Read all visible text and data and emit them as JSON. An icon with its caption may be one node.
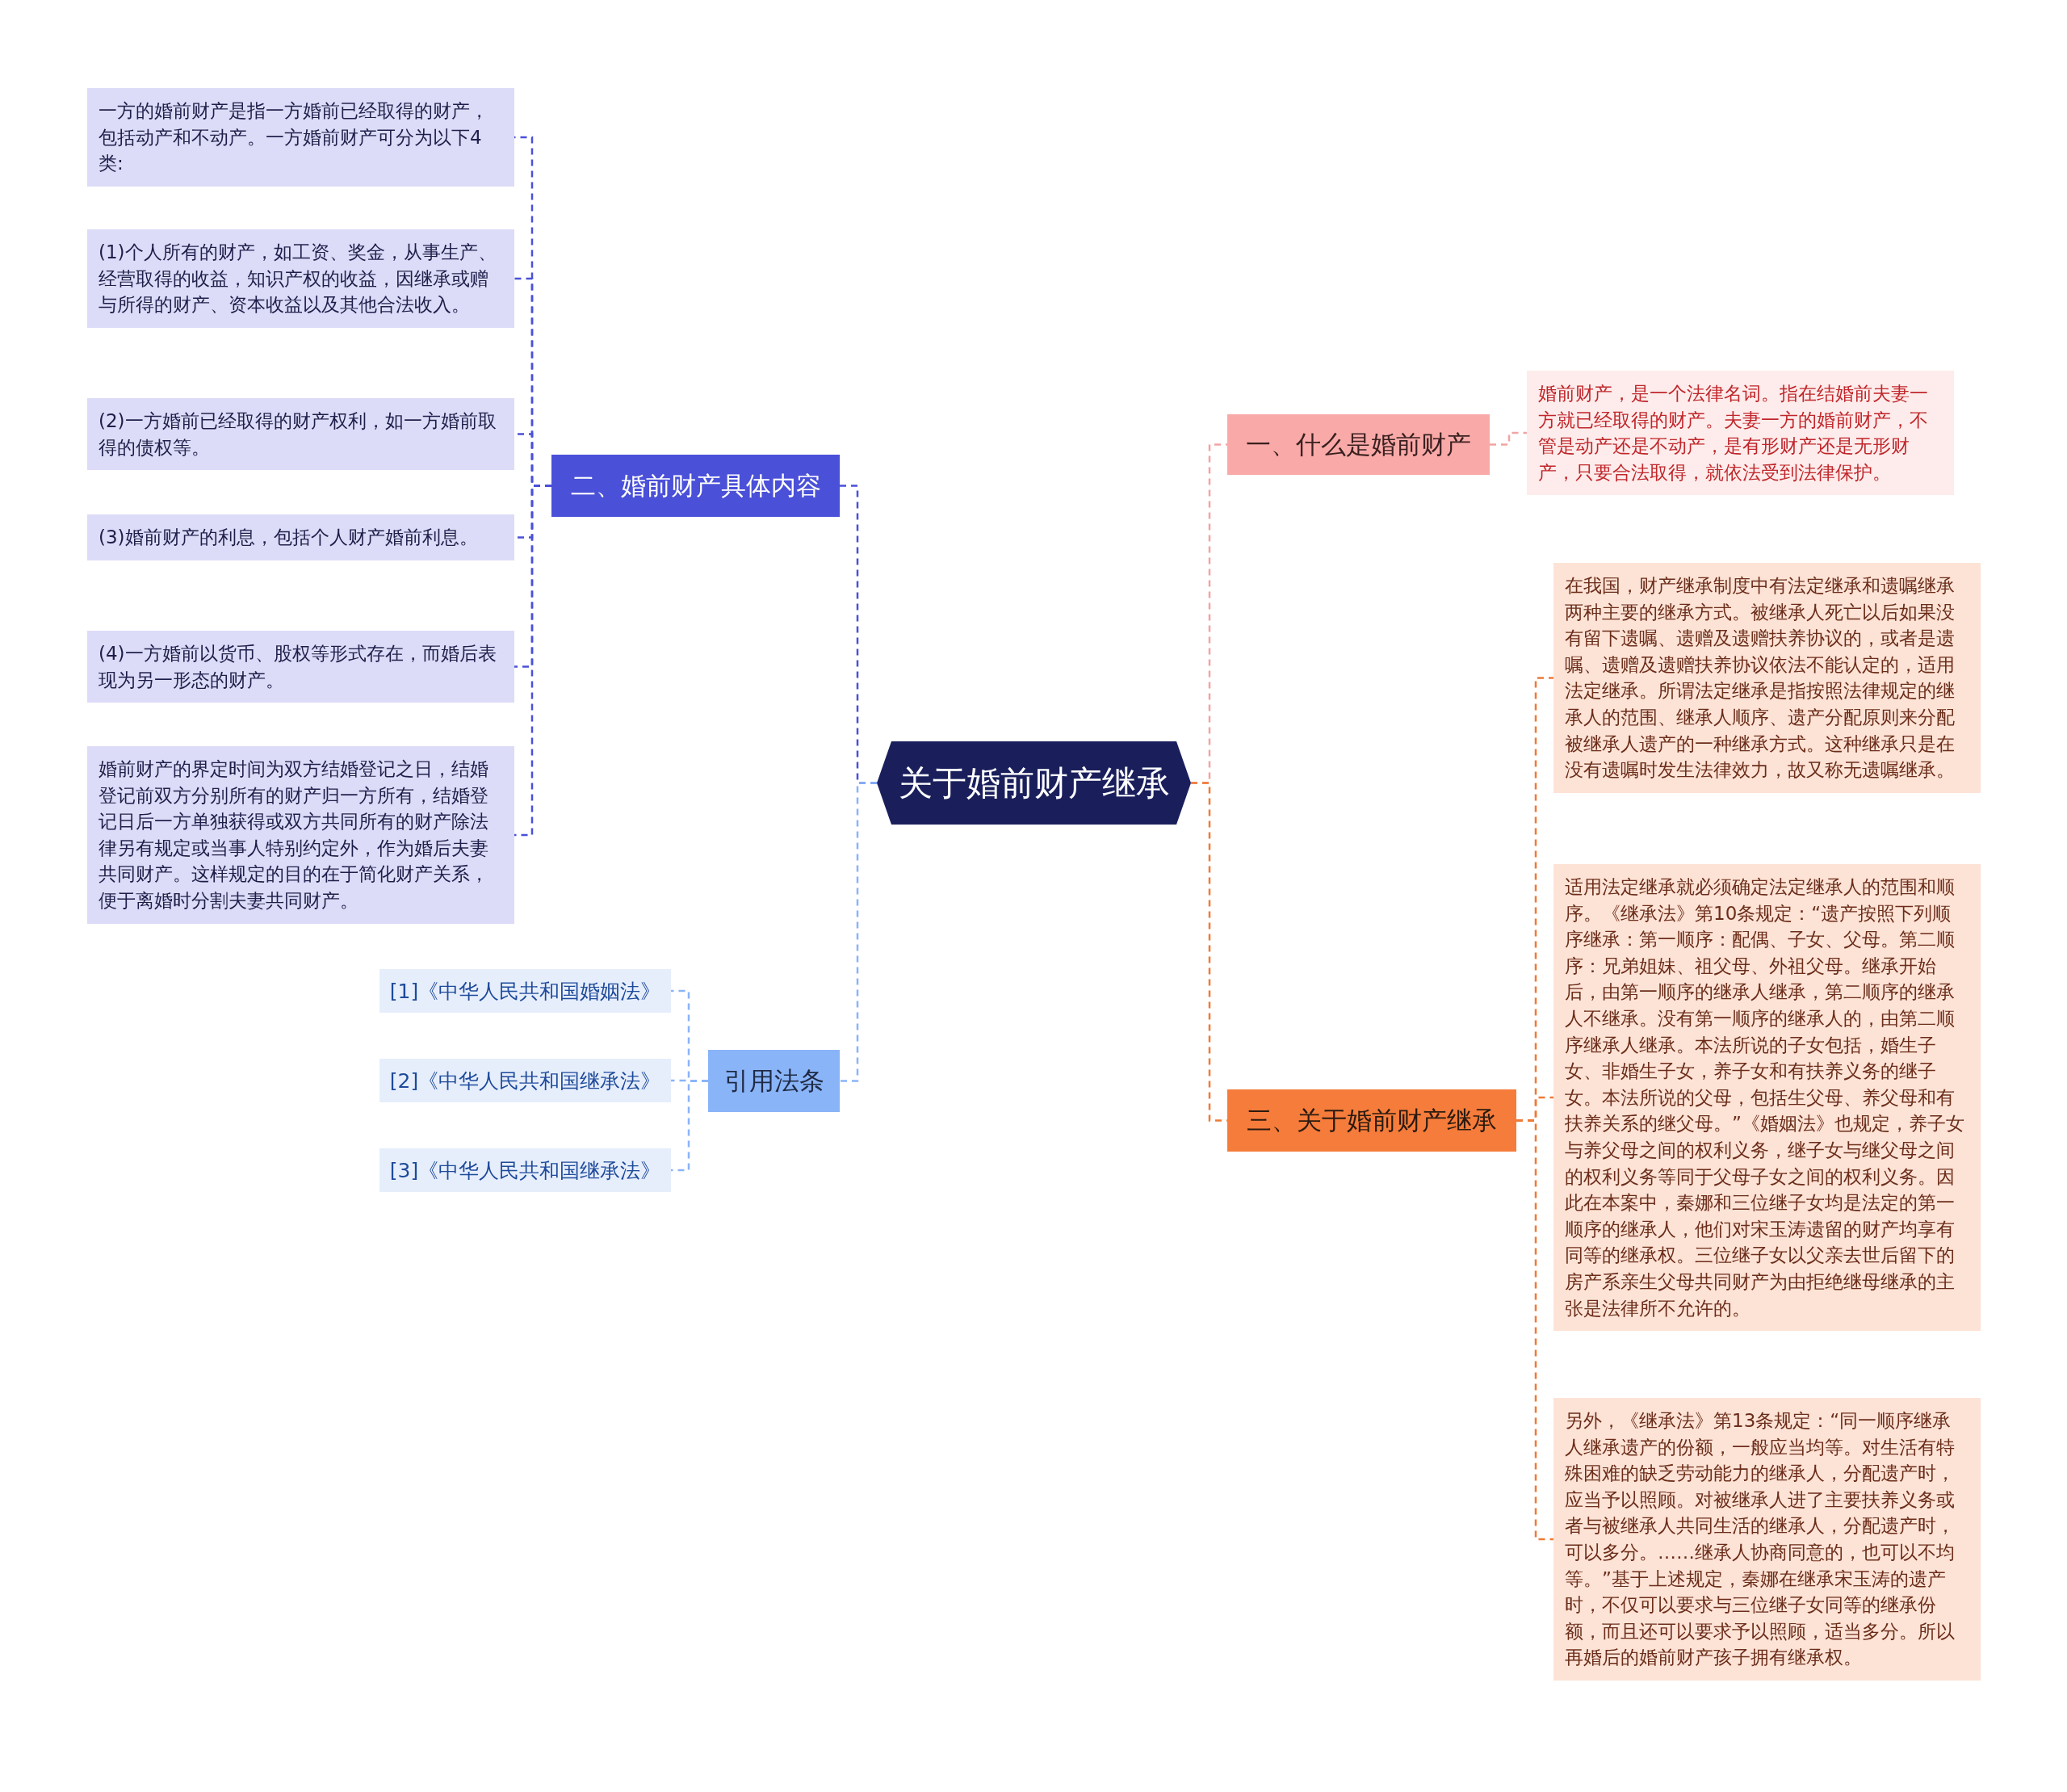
{
  "diagram": {
    "nodes": [
      {
        "text": [
          "关于婚前财产继承"
        ]
      },
      {
        "text": [
          "一、什么是婚前财产"
        ]
      },
      {
        "text": [
          "婚前财产，是一个法律名词。指在结婚前夫妻一方就已经取得的财产。夫妻一方的婚前财产，不管是动产还是不动产，是有形财产还是无形财产，只要合法取得，就依法受到法律保护。"
        ]
      },
      {
        "text": [
          "三、关于婚前财产继承"
        ]
      },
      {
        "text": [
          "在我国，财产继承制度中有法定继承和遗嘱继承两种主要的继承方式。被继承人死亡以后如果没有留下遗嘱、遗赠及遗赠扶养协议的，或者是遗嘱、遗赠及遗赠扶养协议依法不能认定的，适用法定继承。所谓法定继承是指按照法律规定的继承人的范围、继承人顺序、遗产分配原则来分配被继承人遗产的一种继承方式。这种继承只是在没有遗嘱时发生法律效力，故又称无遗嘱继承。"
        ]
      },
      {
        "text": [
          "适用法定继承就必须确定法定继承人的范围和顺序。《继承法》第10条规定：“遗产按照下列顺序继承：第一顺序：配偶、子女、父母。第二顺序：兄弟姐妹、祖父母、外祖父母。继承开始后，由第一顺序的继承人继承，第二顺序的继承人不继承。没有第一顺序的继承人的，由第二顺序继承人继承。本法所说的子女包括，婚生子女、非婚生子女，养子女和有扶养义务的继子女。本法所说的父母，包括生父母、养父母和有扶养关系的继父母。”《婚姻法》也规定，养子女与养父母之间的权利义务，继子女与继父母之间的权利义务等同于父母子女之间的权利义务。因此在本案中，秦娜和三位继子女均是法定的第一顺序的继承人，他们对宋玉涛遗留的财产均享有同等的继承权。三位继子女以父亲去世后留下的房产系亲生父母共同财产为由拒绝继母继承的主张是法律所不允许的。"
        ]
      },
      {
        "text": [
          "另外，《继承法》第13条规定：“同一顺序继承人继承遗产的份额，一般应当均等。对生活有特殊困难的缺乏劳动能力的继承人，分配遗产时，应当予以照顾。对被继承人进了主要扶养义务或者与被继承人共同生活的继承人，分配遗产时，可以多分。……继承人协商同意的，也可以不均等。”基于上述规定，秦娜在继承宋玉涛的遗产时，不仅可以要求与三位继子女同等的继承份额，而且还可以要求予以照顾，适当多分。所以再婚后的婚前财产孩子拥有继承权。"
        ]
      },
      {
        "text": [
          "二、婚前财产具体内容"
        ]
      },
      {
        "text": [
          "一方的婚前财产是指一方婚前已经取得的财产，包括动产和不动产。一方婚前财产可分为以下4类:"
        ]
      },
      {
        "text": [
          "(1)个人所有的财产，如工资、奖金，从事生产、经营取得的收益，知识产权的收益，因继承或赠与所得的财产、资本收益以及其他合法收入。"
        ]
      },
      {
        "text": [
          "(2)一方婚前已经取得的财产权利，如一方婚前取得的债权等。"
        ]
      },
      {
        "text": [
          "(3)婚前财产的利息，包括个人财产婚前利息。"
        ]
      },
      {
        "text": [
          "(4)一方婚前以货币、股权等形式存在，而婚后表现为另一形态的财产。"
        ]
      },
      {
        "text": [
          "婚前财产的界定时间为双方结婚登记之日，结婚登记前双方分别所有的财产归一方所有，结婚登记日后一方单独获得或双方共同所有的财产除法律另有规定或当事人特别约定外，作为婚后夫妻共同财产。这样规定的目的在于简化财产关系，便于离婚时分割夫妻共同财产。"
        ]
      },
      {
        "text": [
          "引用法条"
        ]
      },
      {
        "text": [
          "[1]《中华人民共和国婚姻法》"
        ]
      },
      {
        "text": [
          "[2]《中华人民共和国继承法》"
        ]
      },
      {
        "text": [
          "[3]《中华人民共和国继承法》"
        ]
      }
    ],
    "edges": [
      {
        "from": 0,
        "to": 1,
        "arrow": "none",
        "color": "#f4a3a3"
      },
      {
        "from": 1,
        "to": 2,
        "arrow": "none",
        "color": "#f4a3a3"
      },
      {
        "from": 0,
        "to": 3,
        "arrow": "none",
        "color": "#f07a35"
      },
      {
        "from": 3,
        "to": 4,
        "arrow": "none",
        "color": "#f07a35"
      },
      {
        "from": 3,
        "to": 5,
        "arrow": "none",
        "color": "#f07a35"
      },
      {
        "from": 3,
        "to": 6,
        "arrow": "none",
        "color": "#f07a35"
      },
      {
        "from": 0,
        "to": 7,
        "arrow": "none",
        "color": "#4a50d8"
      },
      {
        "from": 7,
        "to": 8,
        "arrow": "none",
        "color": "#4a50d8"
      },
      {
        "from": 7,
        "to": 9,
        "arrow": "none",
        "color": "#4a50d8"
      },
      {
        "from": 7,
        "to": 10,
        "arrow": "none",
        "color": "#4a50d8"
      },
      {
        "from": 7,
        "to": 11,
        "arrow": "none",
        "color": "#4a50d8"
      },
      {
        "from": 7,
        "to": 12,
        "arrow": "none",
        "color": "#4a50d8"
      },
      {
        "from": 7,
        "to": 13,
        "arrow": "none",
        "color": "#4a50d8"
      },
      {
        "from": 0,
        "to": 14,
        "arrow": "none",
        "color": "#8ab4f8"
      },
      {
        "from": 14,
        "to": 15,
        "arrow": "none",
        "color": "#8ab4f8"
      },
      {
        "from": 14,
        "to": 16,
        "arrow": "none",
        "color": "#8ab4f8"
      },
      {
        "from": 14,
        "to": 17,
        "arrow": "none",
        "color": "#8ab4f8"
      }
    ]
  }
}
